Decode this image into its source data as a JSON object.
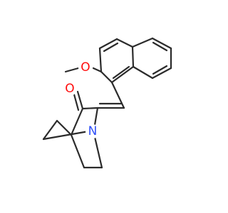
{
  "molecule": {
    "atoms": {
      "oxygen_methoxy": {
        "symbol": "O",
        "color": "#ff0d0d"
      },
      "oxygen_ketone": {
        "symbol": "O",
        "color": "#ff0d0d"
      },
      "nitrogen": {
        "symbol": "N",
        "color": "#3050f8"
      }
    },
    "bond_color": "#2b2b2b"
  }
}
